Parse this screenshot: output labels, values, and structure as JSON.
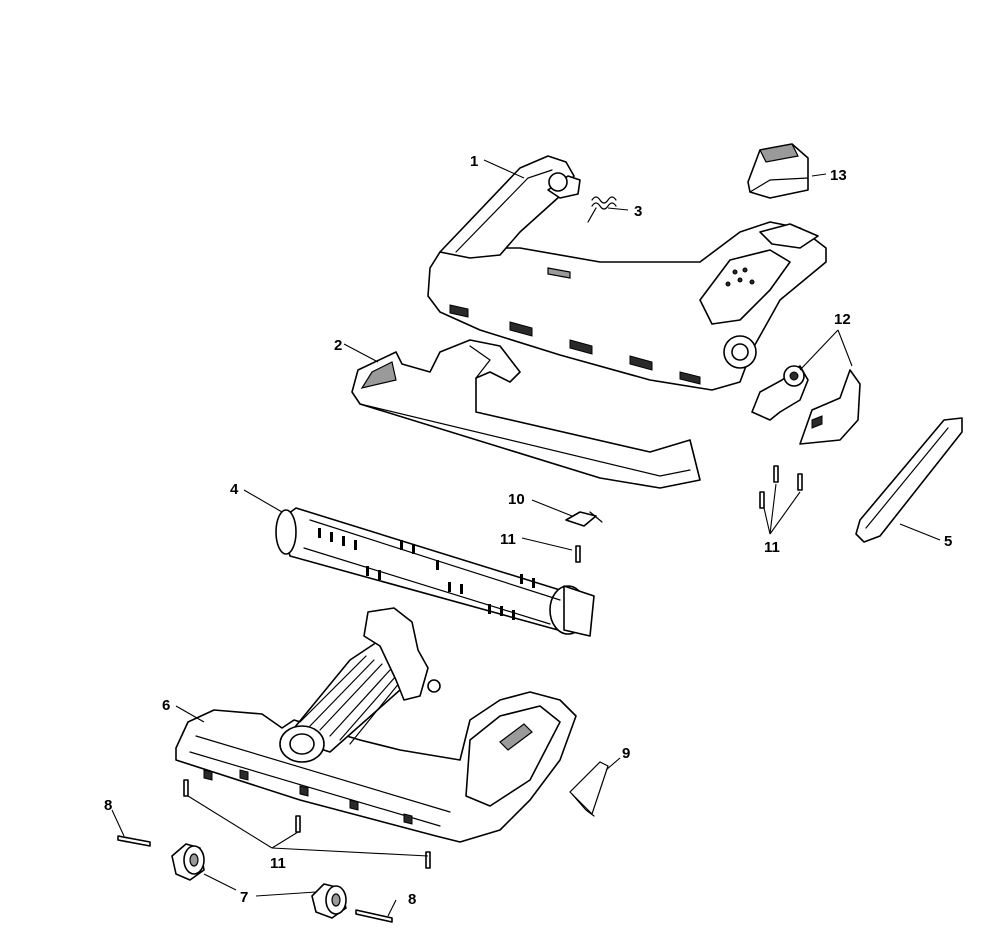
{
  "callouts": {
    "c1": "1",
    "c2": "2",
    "c3": "3",
    "c4": "4",
    "c5": "5",
    "c6": "6",
    "c7": "7",
    "c8a": "8",
    "c8b": "8",
    "c9": "9",
    "c10": "10",
    "c11a": "11",
    "c11b": "11",
    "c11c": "11",
    "c12": "12",
    "c13": "13"
  }
}
